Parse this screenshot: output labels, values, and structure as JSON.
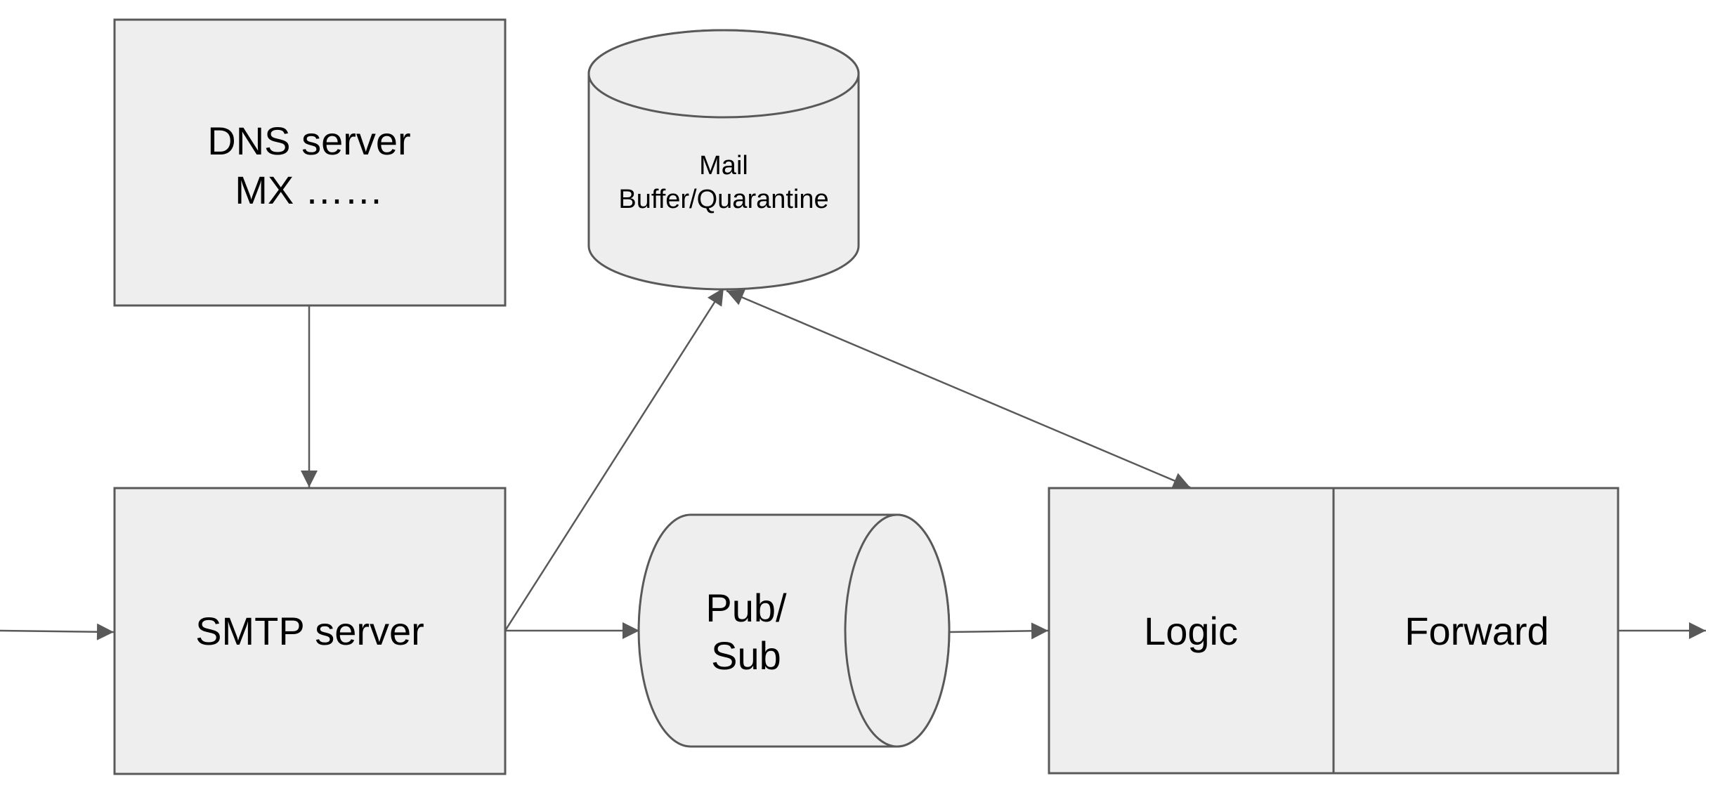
{
  "nodes": {
    "dns_server": {
      "lines": [
        "DNS server",
        "MX ……"
      ]
    },
    "mail_buffer": {
      "lines": [
        "Mail",
        "Buffer/Quarantine"
      ]
    },
    "smtp_server": {
      "lines": [
        "SMTP server"
      ]
    },
    "pubsub": {
      "lines": [
        "Pub/",
        "Sub"
      ]
    },
    "logic": {
      "lines": [
        "Logic"
      ]
    },
    "forward": {
      "lines": [
        "Forward"
      ]
    }
  },
  "edges": [
    {
      "from": "external-input",
      "to": "smtp_server",
      "direction": "forward"
    },
    {
      "from": "dns_server",
      "to": "smtp_server",
      "direction": "forward"
    },
    {
      "from": "smtp_server",
      "to": "mail_buffer",
      "direction": "forward"
    },
    {
      "from": "smtp_server",
      "to": "pubsub",
      "direction": "forward"
    },
    {
      "from": "pubsub",
      "to": "logic",
      "direction": "forward"
    },
    {
      "from": "mail_buffer",
      "to": "logic",
      "direction": "both"
    },
    {
      "from": "forward",
      "to": "external-output",
      "direction": "forward"
    }
  ],
  "colors": {
    "node_fill": "#eeeeee",
    "stroke": "#595959",
    "text": "#000000"
  }
}
